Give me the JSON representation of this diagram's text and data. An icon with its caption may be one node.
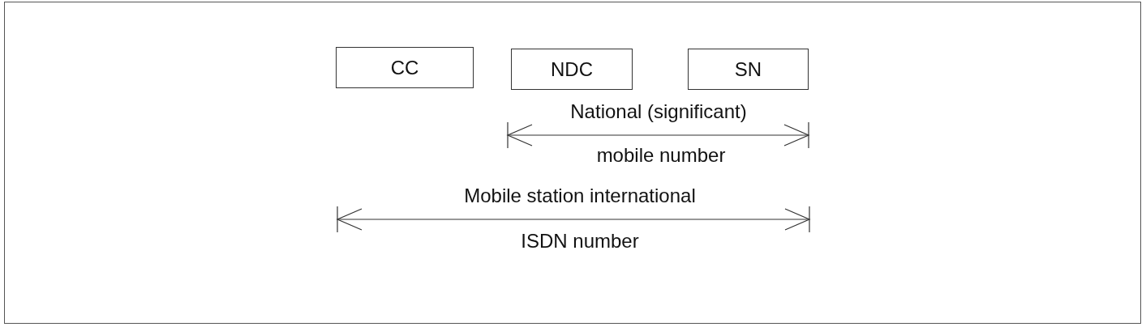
{
  "diagram": {
    "nodes": [
      {
        "text": [
          "CC"
        ]
      },
      {
        "text": [
          "NDC"
        ]
      },
      {
        "text": [
          "SN"
        ]
      }
    ],
    "labels": [
      "National (significant)",
      "mobile number",
      "Mobile station international",
      "ISDN number"
    ]
  }
}
